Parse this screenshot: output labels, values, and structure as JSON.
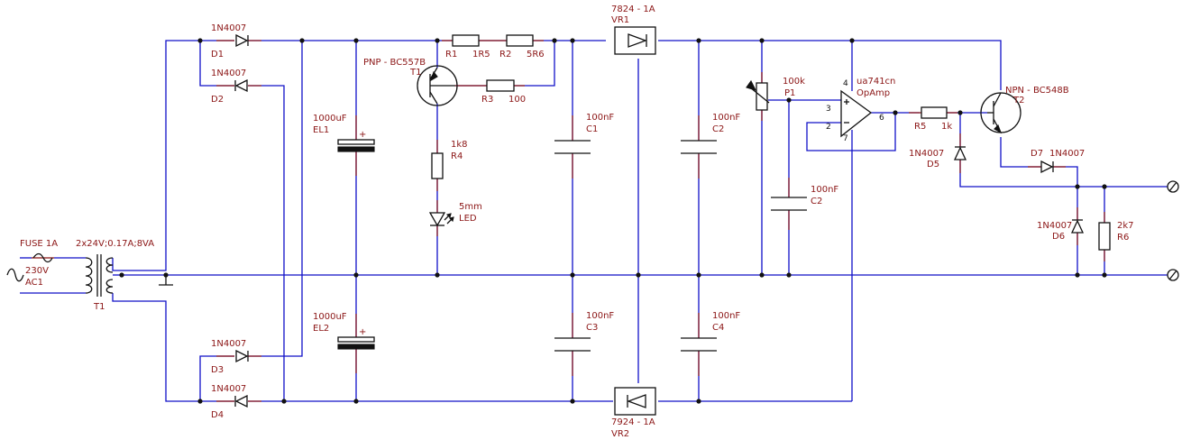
{
  "labels": {
    "fuse": "FUSE 1A",
    "ac_value": "230V",
    "ac_ref": "AC1",
    "xfmr_value": "2x24V;0.17A;8VA",
    "xfmr_ref": "T1",
    "d1_value": "1N4007",
    "d1_ref": "D1",
    "d2_value": "1N4007",
    "d2_ref": "D2",
    "d3_value": "1N4007",
    "d3_ref": "D3",
    "d4_value": "1N4007",
    "d4_ref": "D4",
    "el1_value": "1000uF",
    "el1_ref": "EL1",
    "el2_value": "1000uF",
    "el2_ref": "EL2",
    "pnp_type": "PNP - BC557B",
    "pnp_ref": "T1",
    "r1_ref": "R1",
    "r1_value": "1R5",
    "r2_ref": "R2",
    "r2_value": "5R6",
    "r3_ref": "R3",
    "r3_value": "100",
    "r4_value": "1k8",
    "r4_ref": "R4",
    "led_value": "5mm",
    "led_ref": "LED",
    "c1_value": "100nF",
    "c1_ref": "C1",
    "c3_value": "100nF",
    "c3_ref": "C3",
    "vr1_type": "7824 - 1A",
    "vr1_ref": "VR1",
    "vr2_type": "7924 - 1A",
    "vr2_ref": "VR2",
    "c2a_value": "100nF",
    "c2a_ref": "C2",
    "c4_value": "100nF",
    "c4_ref": "C4",
    "p1_value": "100k",
    "p1_ref": "P1",
    "c2b_value": "100nF",
    "c2b_ref": "C2",
    "opamp_type": "ua741cn",
    "opamp_ref": "OpAmp",
    "pin3": "3",
    "pin2": "2",
    "pin4": "4",
    "pin6": "6",
    "pin7": "7",
    "r5_ref": "R5",
    "r5_value": "1k",
    "npn_type": "NPN - BC548B",
    "npn_ref": "T2",
    "d5_value": "1N4007",
    "d5_ref": "D5",
    "d7_ref": "D7",
    "d7_value": "1N4007",
    "d6_value": "1N4007",
    "d6_ref": "D6",
    "r6_value": "2k7",
    "r6_ref": "R6",
    "cap_plus": "+"
  },
  "colors": {
    "wire": "#1010c8",
    "component": "#8b1515",
    "symbol": "#111111",
    "background": "#ffffff"
  }
}
